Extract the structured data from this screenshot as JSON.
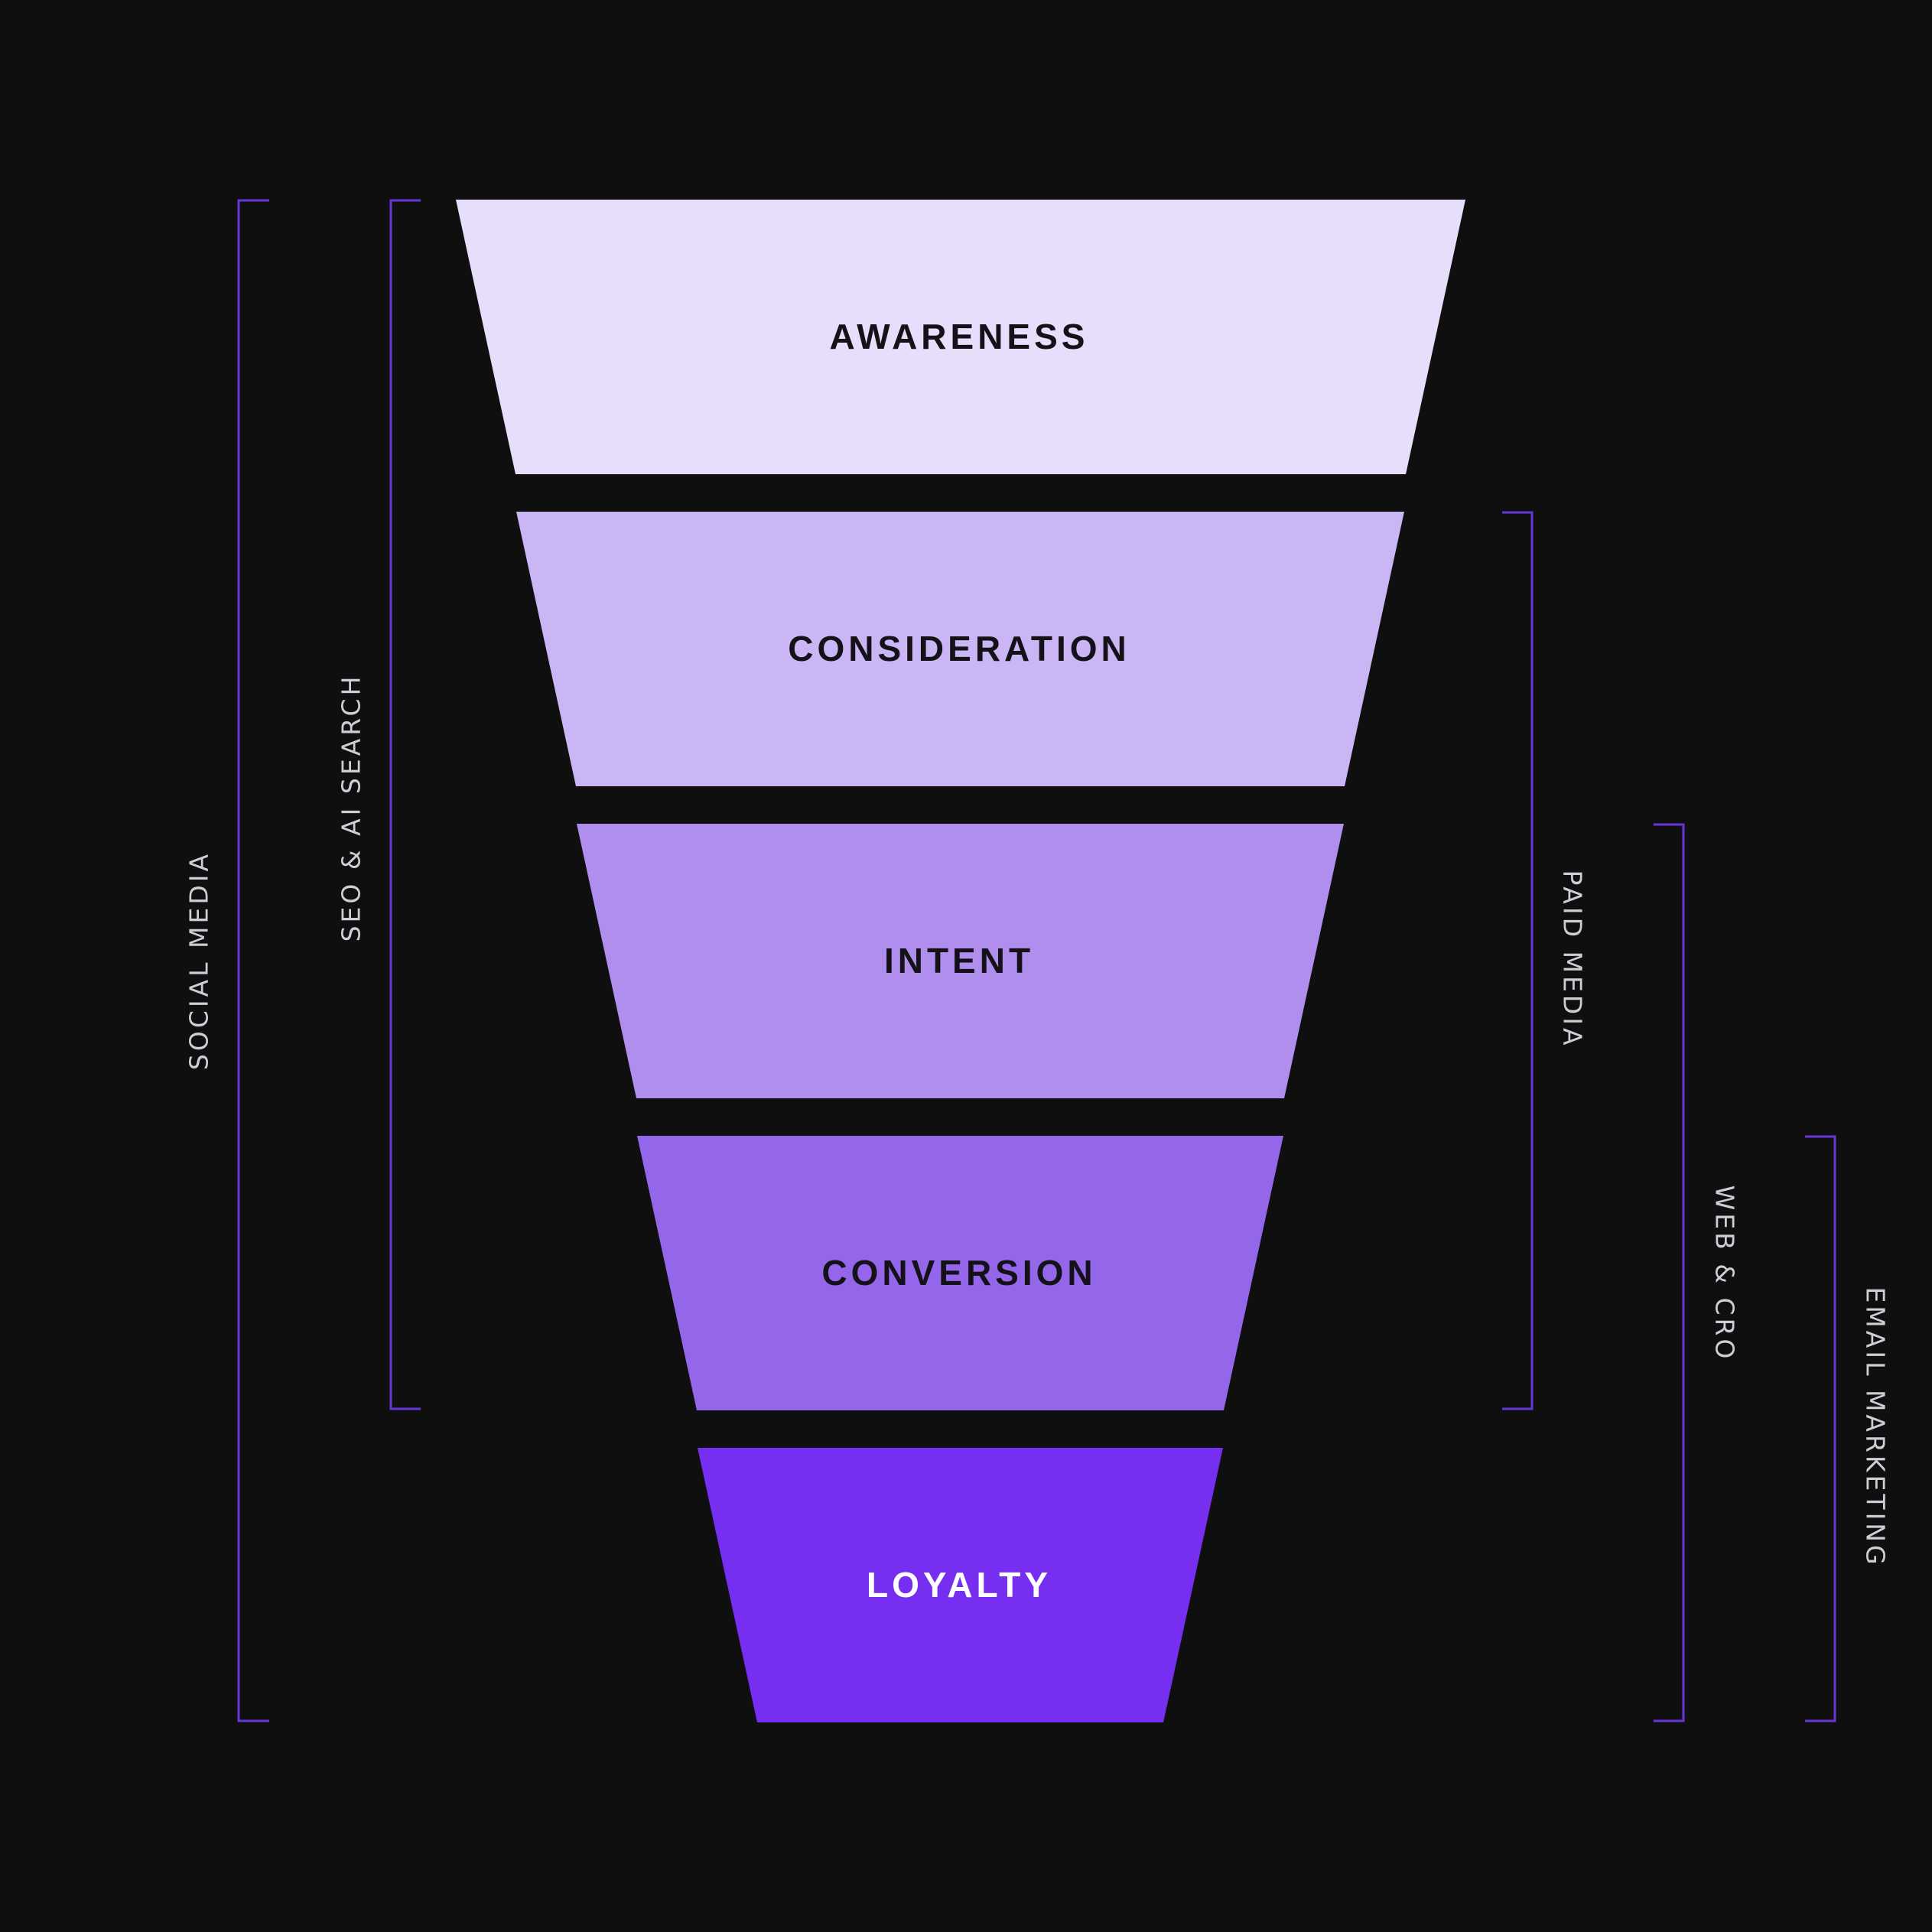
{
  "colors": {
    "background": "#0f0f10",
    "bracket": "#6a35d8",
    "channel_text": "#d0cdd6"
  },
  "funnel": {
    "stages": [
      {
        "label": "AWARENESS",
        "fill": "#e6defa",
        "text_color": "#141218"
      },
      {
        "label": "CONSIDERATION",
        "fill": "#cab6f5",
        "text_color": "#141218"
      },
      {
        "label": "INTENT",
        "fill": "#af8eee",
        "text_color": "#141218"
      },
      {
        "label": "CONVERSION",
        "fill": "#9466ea",
        "text_color": "#141218"
      },
      {
        "label": "LOYALTY",
        "fill": "#762ef0",
        "text_color": "#ffffff"
      }
    ]
  },
  "channels": [
    {
      "label": "SOCIAL MEDIA",
      "side": "left",
      "spans_stages": [
        1,
        5
      ]
    },
    {
      "label": "SEO & AI SEARCH",
      "side": "left",
      "spans_stages": [
        1,
        4
      ]
    },
    {
      "label": "PAID MEDIA",
      "side": "right",
      "spans_stages": [
        2,
        4
      ]
    },
    {
      "label": "WEB & CRO",
      "side": "right",
      "spans_stages": [
        3,
        5
      ]
    },
    {
      "label": "EMAIL MARKETING",
      "side": "right",
      "spans_stages": [
        4,
        5
      ]
    }
  ]
}
